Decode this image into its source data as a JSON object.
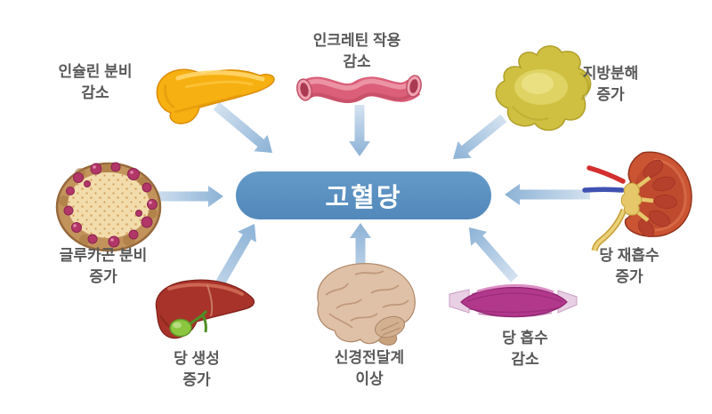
{
  "diagram": {
    "title": "고혈당",
    "center": {
      "label": "고혈당"
    },
    "factors": [
      {
        "organ": "pancreas",
        "label": "인슐린 분비\n감소",
        "position": "top-left"
      },
      {
        "organ": "intestine",
        "label": "인크레틴 작용\n감소",
        "position": "top-center"
      },
      {
        "organ": "adipose-tissue",
        "label": "지방분해\n증가",
        "position": "top-right"
      },
      {
        "organ": "pancreatic-islet",
        "label": "글루카곤 분비\n증가",
        "position": "left"
      },
      {
        "organ": "kidney",
        "label": "당 재흡수\n증가",
        "position": "right"
      },
      {
        "organ": "liver",
        "label": "당 생성\n증가",
        "position": "bottom-left"
      },
      {
        "organ": "brain",
        "label": "신경전달계\n이상",
        "position": "bottom-center"
      },
      {
        "organ": "muscle",
        "label": "당 흡수\n감소",
        "position": "bottom-right"
      }
    ],
    "colors": {
      "center_fill": "#5a8fbf",
      "center_text": "#ffffff",
      "label_text": "#595959",
      "arrow_light": "#d4e2f0",
      "arrow_dark": "#8cb2d6",
      "background": "#ffffff"
    }
  }
}
